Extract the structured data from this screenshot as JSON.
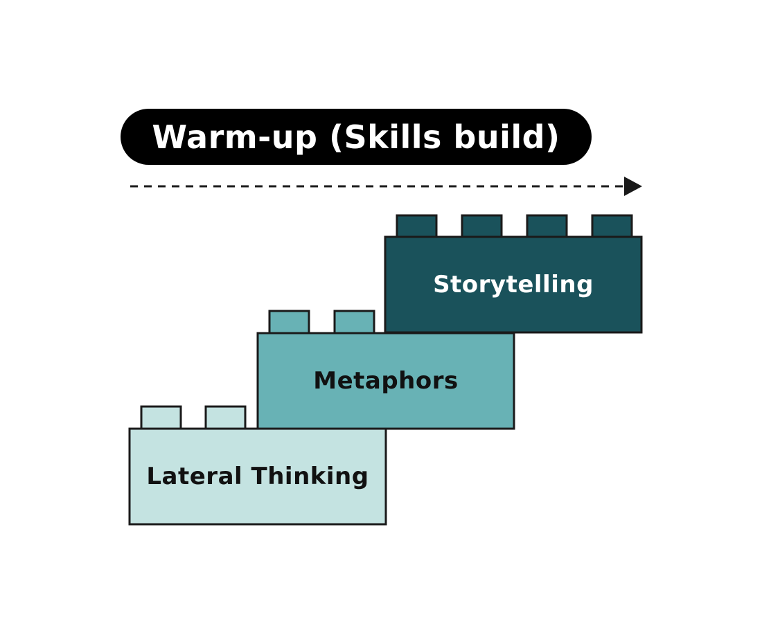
{
  "title": "Warm-up (Skills build)",
  "colors": {
    "pill": "#000000",
    "pill_text": "#ffffff",
    "outline": "#1a1a1a",
    "arrow": "#1a1a1a"
  },
  "bricks": [
    {
      "label": "Lateral Thinking",
      "fill": "#c4e3e1",
      "text_color": "#111111",
      "studs": 2
    },
    {
      "label": "Metaphors",
      "fill": "#68b2b5",
      "text_color": "#111111",
      "studs": 2
    },
    {
      "label": "Storytelling",
      "fill": "#1a525b",
      "text_color": "#ffffff",
      "studs": 4
    }
  ]
}
